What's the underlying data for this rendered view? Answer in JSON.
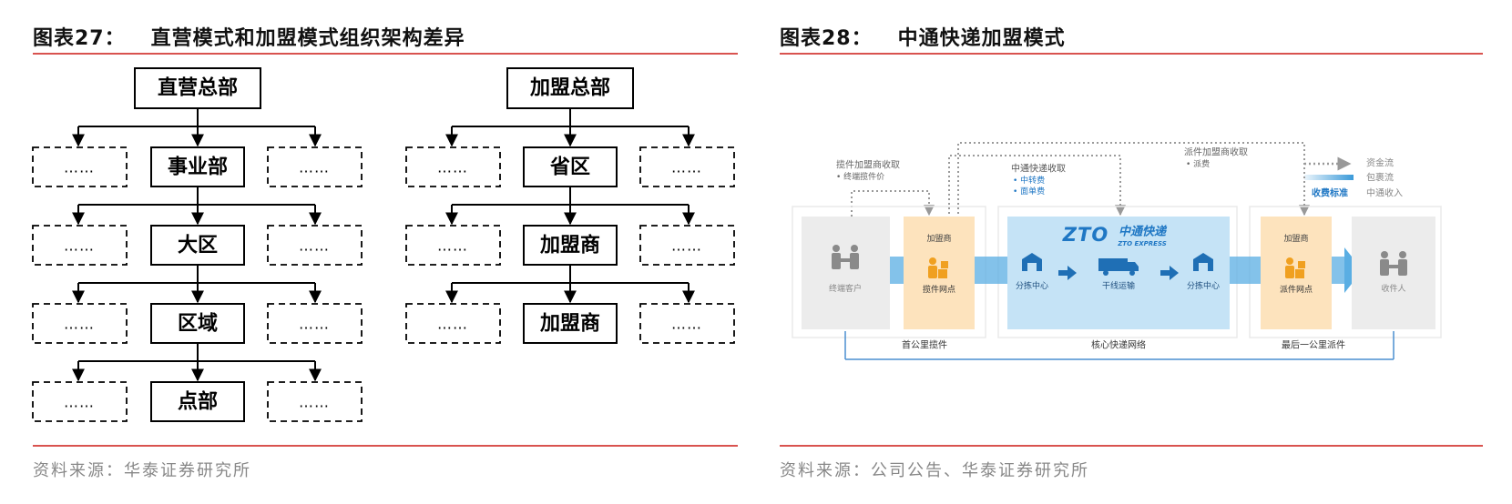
{
  "left": {
    "title_prefix": "图表27：",
    "title_text": "直营模式和加盟模式组织架构差异",
    "direct_tree": {
      "root": "直营总部",
      "levels": [
        "事业部",
        "大区",
        "区域",
        "点部"
      ]
    },
    "franchise_tree": {
      "root": "加盟总部",
      "levels": [
        "省区",
        "加盟商",
        "加盟商"
      ]
    },
    "placeholder": "……",
    "source": "资料来源：华泰证券研究所"
  },
  "right": {
    "title_prefix": "图表28：",
    "title_text": "中通快递加盟模式",
    "pickup_revenue": {
      "title": "揽件加盟商收取",
      "item": "• 终端揽件价"
    },
    "zto_revenue": {
      "title": "中通快递收取",
      "items": [
        "• 中转费",
        "• 面单费"
      ]
    },
    "delivery_revenue": {
      "title": "派件加盟商收取",
      "item": "• 派费"
    },
    "legend": {
      "money_flow": "资金流",
      "parcel_flow": "包裹流",
      "fee_standard": "收费标准",
      "zto_income": "中通收入"
    },
    "end_customer": "终端客户",
    "franchisee_label": "加盟商",
    "pickup_outlet": "揽件网点",
    "zto_logo": "ZTO",
    "zto_name_cn": "中通快递",
    "zto_name_en": "ZTO EXPRESS",
    "sorting_center": "分拣中心",
    "trunk_transport": "干线运输",
    "delivery_outlet": "派件网点",
    "recipient": "收件人",
    "segments": [
      "首公里揽件",
      "核心快递网络",
      "最后一公里派件"
    ],
    "source": "资料来源：公司公告、华泰证券研究所"
  },
  "colors": {
    "rule": "#d9534f",
    "zto_blue": "#c5e3f6",
    "franchise_orange": "#fde3bd",
    "flow_blue": "#3a9ad9"
  }
}
